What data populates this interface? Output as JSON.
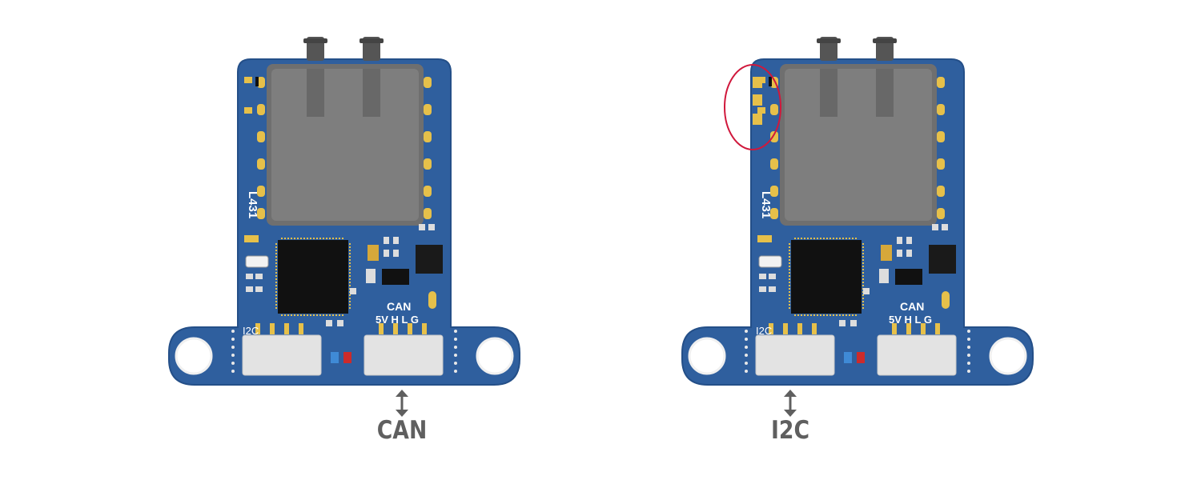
{
  "boards": [
    {
      "chip_label": "L431",
      "port_left_label": "I2C",
      "port_right_title": "CAN",
      "port_right_pins": "5V H L G",
      "caption": "CAN"
    },
    {
      "chip_label": "L431",
      "port_left_label": "I2C",
      "port_right_title": "CAN",
      "port_right_pins": "5V H L G",
      "caption": "I2C"
    }
  ],
  "colors": {
    "pcb": "#2f5f9e",
    "pcb_edge": "#244f88",
    "gold": "#e6c04a",
    "sensor": "#7b7b7b",
    "highlight": "#d0183c",
    "caption": "#5f5f5f"
  }
}
